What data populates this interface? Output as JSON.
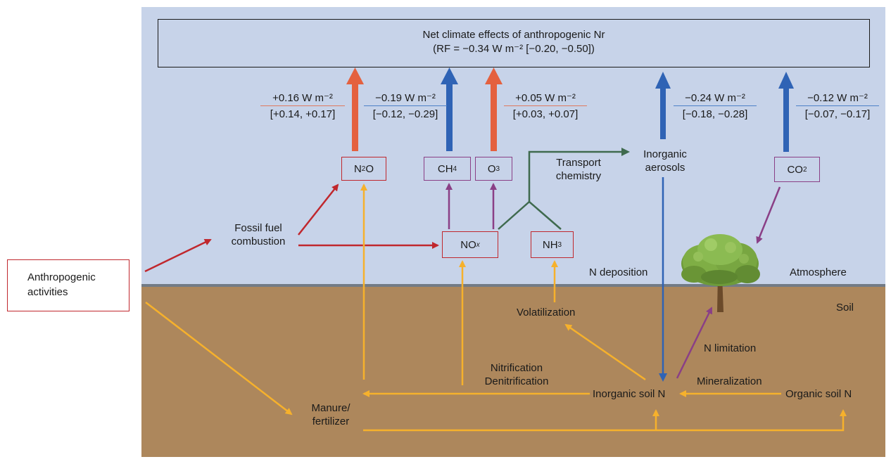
{
  "net_title": "Net climate effects of anthropogenic Nr",
  "net_rf": "(RF = −0.34 W m⁻² [−0.20, −0.50])",
  "forcings": {
    "n2o": {
      "value": "+0.16 W m⁻²",
      "range": "[+0.14, +0.17]"
    },
    "ch4": {
      "value": "−0.19 W m⁻²",
      "range": "[−0.12, −0.29]"
    },
    "o3": {
      "value": "+0.05 W m⁻²",
      "range": "[+0.03, +0.07]"
    },
    "aerosols": {
      "value": "−0.24 W m⁻²",
      "range": "[−0.18, −0.28]"
    },
    "co2": {
      "value": "−0.12 W m⁻²",
      "range": "[−0.07, −0.17]"
    }
  },
  "boxes": {
    "n2o": {
      "main": "N",
      "sub": "2",
      "rest": "O"
    },
    "ch4": {
      "main": "CH",
      "sub": "4"
    },
    "o3": {
      "main": "O",
      "sub": "3"
    },
    "nox": {
      "main": "NO",
      "sub": "x"
    },
    "nh3": {
      "main": "NH",
      "sub": "3"
    },
    "co2": {
      "main": "CO",
      "sub": "2"
    }
  },
  "labels": {
    "anthropogenic_1": "Anthropogenic",
    "anthropogenic_2": "activities",
    "fossil_1": "Fossil fuel",
    "fossil_2": "combustion",
    "transport_1": "Transport",
    "transport_2": "chemistry",
    "inorganic_aerosols_1": "Inorganic",
    "inorganic_aerosols_2": "aerosols",
    "n_deposition": "N deposition",
    "atmosphere": "Atmosphere",
    "soil": "Soil",
    "volatilization": "Volatilization",
    "n_limitation": "N limitation",
    "nitrification": "Nitrification",
    "denitrification": "Denitrification",
    "mineralization": "Mineralization",
    "inorganic_soil_n": "Inorganic soil N",
    "organic_soil_n": "Organic soil N",
    "manure_1": "Manure/",
    "manure_2": "fertilizer"
  },
  "colors": {
    "sky": "#c7d3e9",
    "soil": "#ad875c",
    "red_arrow": "#c0272d",
    "orange_arrow": "#f6b12c",
    "blue_arrow": "#2f63b5",
    "warming_arrow": "#e4613f",
    "purple_arrow": "#8a3f86",
    "green_arrow": "#3f6a4e"
  }
}
